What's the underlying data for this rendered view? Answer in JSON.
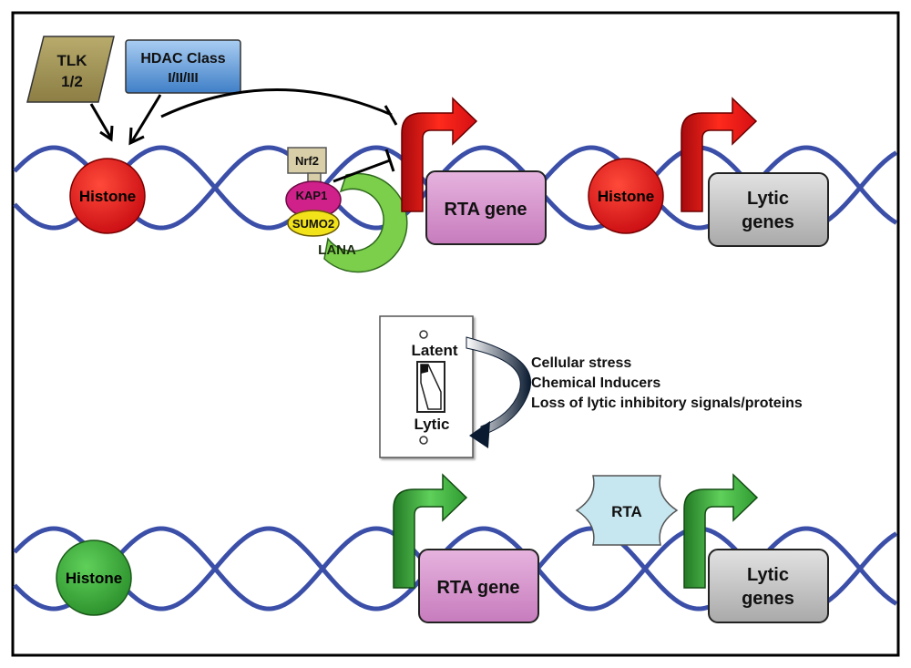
{
  "top_panel": {
    "tlk_label_line1": "TLK",
    "tlk_label_line2": "1/2",
    "hdac_label_line1": "HDAC Class",
    "hdac_label_line2": "I/II/III",
    "histone_1": "Histone",
    "histone_2": "Histone",
    "nrf2": "Nrf2",
    "kap1": "KAP1",
    "sumo2": "SUMO2",
    "lana": "LANA",
    "rta_gene": "RTA gene",
    "lytic_genes_line1": "Lytic",
    "lytic_genes_line2": "genes"
  },
  "switch_panel": {
    "latent_label": "Latent",
    "lytic_label": "Lytic",
    "triggers": [
      "Cellular stress",
      "Chemical Inducers",
      "Loss of lytic inhibitory signals/proteins"
    ]
  },
  "bottom_panel": {
    "histone": "Histone",
    "rta_gene": "RTA gene",
    "rta_protein": "RTA",
    "lytic_genes_line1": "Lytic",
    "lytic_genes_line2": "genes"
  },
  "colors": {
    "dna": "#3b4fa8",
    "histone_repressed": "#e8141a",
    "histone_active": "#3aa83a",
    "arrow_repressed": "#e8141a",
    "arrow_active": "#3aa83a",
    "rta_gene_box": "#d99ad0",
    "lytic_box": "#c8c8c8",
    "tlk": "#a89a5a",
    "hdac": "#5b93d3",
    "rta_protein": "#c6e6f0",
    "kap1": "#d0208a",
    "sumo2": "#f2e21a",
    "lana": "#7ccf4a",
    "nrf2": "#d8cfa8"
  }
}
